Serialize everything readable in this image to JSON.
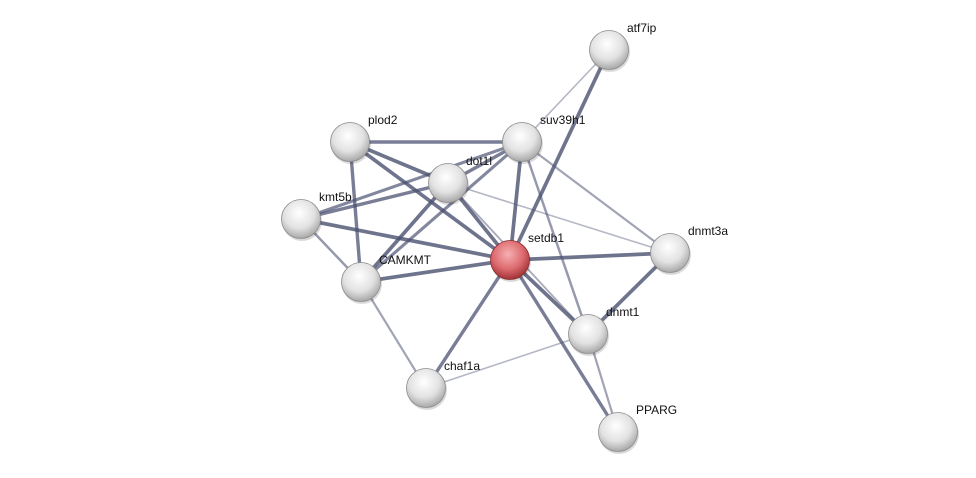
{
  "nodes": [
    {
      "id": "atf7ip",
      "label": "atf7ip",
      "query": false
    },
    {
      "id": "plod2",
      "label": "plod2",
      "query": false
    },
    {
      "id": "suv39h1",
      "label": "suv39h1",
      "query": false
    },
    {
      "id": "dot1l",
      "label": "dot1l",
      "query": false
    },
    {
      "id": "kmt5b",
      "label": "kmt5b",
      "query": false
    },
    {
      "id": "setdb1",
      "label": "setdb1",
      "query": true
    },
    {
      "id": "dnmt3a",
      "label": "dnmt3a",
      "query": false
    },
    {
      "id": "CAMKMT",
      "label": "CAMKMT",
      "query": false
    },
    {
      "id": "dnmt1",
      "label": "dnmt1",
      "query": false
    },
    {
      "id": "chaf1a",
      "label": "chaf1a",
      "query": false
    },
    {
      "id": "PPARG",
      "label": "PPARG",
      "query": false
    }
  ],
  "edges": [
    [
      "atf7ip",
      "suv39h1",
      0.2
    ],
    [
      "atf7ip",
      "setdb1",
      0.9
    ],
    [
      "plod2",
      "suv39h1",
      0.8
    ],
    [
      "plod2",
      "dot1l",
      0.9
    ],
    [
      "plod2",
      "setdb1",
      0.9
    ],
    [
      "plod2",
      "CAMKMT",
      0.8
    ],
    [
      "suv39h1",
      "dot1l",
      0.8
    ],
    [
      "suv39h1",
      "kmt5b",
      0.7
    ],
    [
      "suv39h1",
      "setdb1",
      0.9
    ],
    [
      "suv39h1",
      "CAMKMT",
      0.7
    ],
    [
      "suv39h1",
      "dnmt3a",
      0.4
    ],
    [
      "suv39h1",
      "dnmt1",
      0.5
    ],
    [
      "dot1l",
      "kmt5b",
      0.8
    ],
    [
      "dot1l",
      "setdb1",
      0.9
    ],
    [
      "dot1l",
      "CAMKMT",
      0.9
    ],
    [
      "dot1l",
      "dnmt3a",
      0.2
    ],
    [
      "dot1l",
      "dnmt1",
      0.3
    ],
    [
      "kmt5b",
      "setdb1",
      0.9
    ],
    [
      "kmt5b",
      "CAMKMT",
      0.5
    ],
    [
      "setdb1",
      "CAMKMT",
      0.9
    ],
    [
      "setdb1",
      "dnmt3a",
      0.9
    ],
    [
      "setdb1",
      "dnmt1",
      0.9
    ],
    [
      "setdb1",
      "chaf1a",
      0.8
    ],
    [
      "setdb1",
      "PPARG",
      0.8
    ],
    [
      "dnmt3a",
      "dnmt1",
      0.9
    ],
    [
      "dnmt1",
      "chaf1a",
      0.2
    ],
    [
      "dnmt1",
      "PPARG",
      0.4
    ],
    [
      "CAMKMT",
      "chaf1a",
      0.4
    ]
  ],
  "colors": {
    "edge": "#4a5070",
    "node": "#e6e6e6",
    "query_node": "#d96a6e"
  }
}
